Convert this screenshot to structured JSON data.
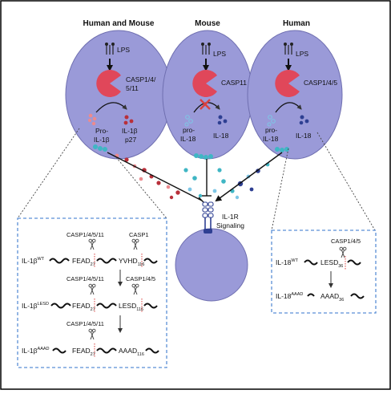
{
  "panels": {
    "human_mouse": {
      "title": "Human and Mouse",
      "stimulus": "LPS",
      "enzyme_line1": "CASP1/4/",
      "enzyme_line2": "5/11",
      "pro_line1": "Pro-",
      "pro_line2": "IL-1β",
      "product_line1": "IL-1β",
      "product_line2": "p27"
    },
    "mouse": {
      "title": "Mouse",
      "stimulus": "LPS",
      "enzyme": "CASP11",
      "pro_line1": "pro-",
      "pro_line2": "IL-18",
      "product": "IL-18"
    },
    "human": {
      "title": "Human",
      "stimulus": "LPS",
      "enzyme": "CASP1/4/5",
      "pro_line1": "pro-",
      "pro_line2": "IL-18",
      "product": "IL-18"
    }
  },
  "receptor": {
    "line1": "IL-1R",
    "line2": "Signaling"
  },
  "left_box": {
    "rows": [
      {
        "name": "IL-1β",
        "sup": "WT",
        "site1": "FEAD",
        "site1_sub": "27",
        "site2": "YVHD",
        "site2_sub": "116"
      },
      {
        "name": "IL-1β",
        "sup": "LESD",
        "site1": "FEAD",
        "site1_sub": "27",
        "site2": "LESD",
        "site2_sub": "116"
      },
      {
        "name": "IL-1β",
        "sup": "AAAD",
        "site1": "FEAD",
        "site1_sub": "27",
        "site2": "AAAD",
        "site2_sub": "116"
      }
    ],
    "enzymes": {
      "row1_site1": "CASP1/4/5/11",
      "row1_site2": "CASP1",
      "row2_site1": "CASP1/4/5/11",
      "row2_site2": "CASP1/4/5",
      "row3_site1": "CASP1/4/5/11"
    }
  },
  "right_box": {
    "enzyme": "CASP1/4/5",
    "rows": [
      {
        "name": "IL-18",
        "sup": "WT",
        "site": "LESD",
        "site_sub": "36"
      },
      {
        "name": "IL-18",
        "sup": "AAAD",
        "site": "AAAD",
        "site_sub": "36"
      }
    ]
  },
  "colors": {
    "cell_fill": "#9a9ad8",
    "cell_stroke": "#6f6fb0",
    "enzyme_red": "#e0475a",
    "cut_red": "#d9403e",
    "teal": "#3fb6c4",
    "dark_blue": "#2e3f92",
    "light_blue": "#7ec7e6",
    "dash_box": "#5b8fd6",
    "ligand_red": "#b8303a",
    "ligand_pink": "#ec8a8e"
  }
}
